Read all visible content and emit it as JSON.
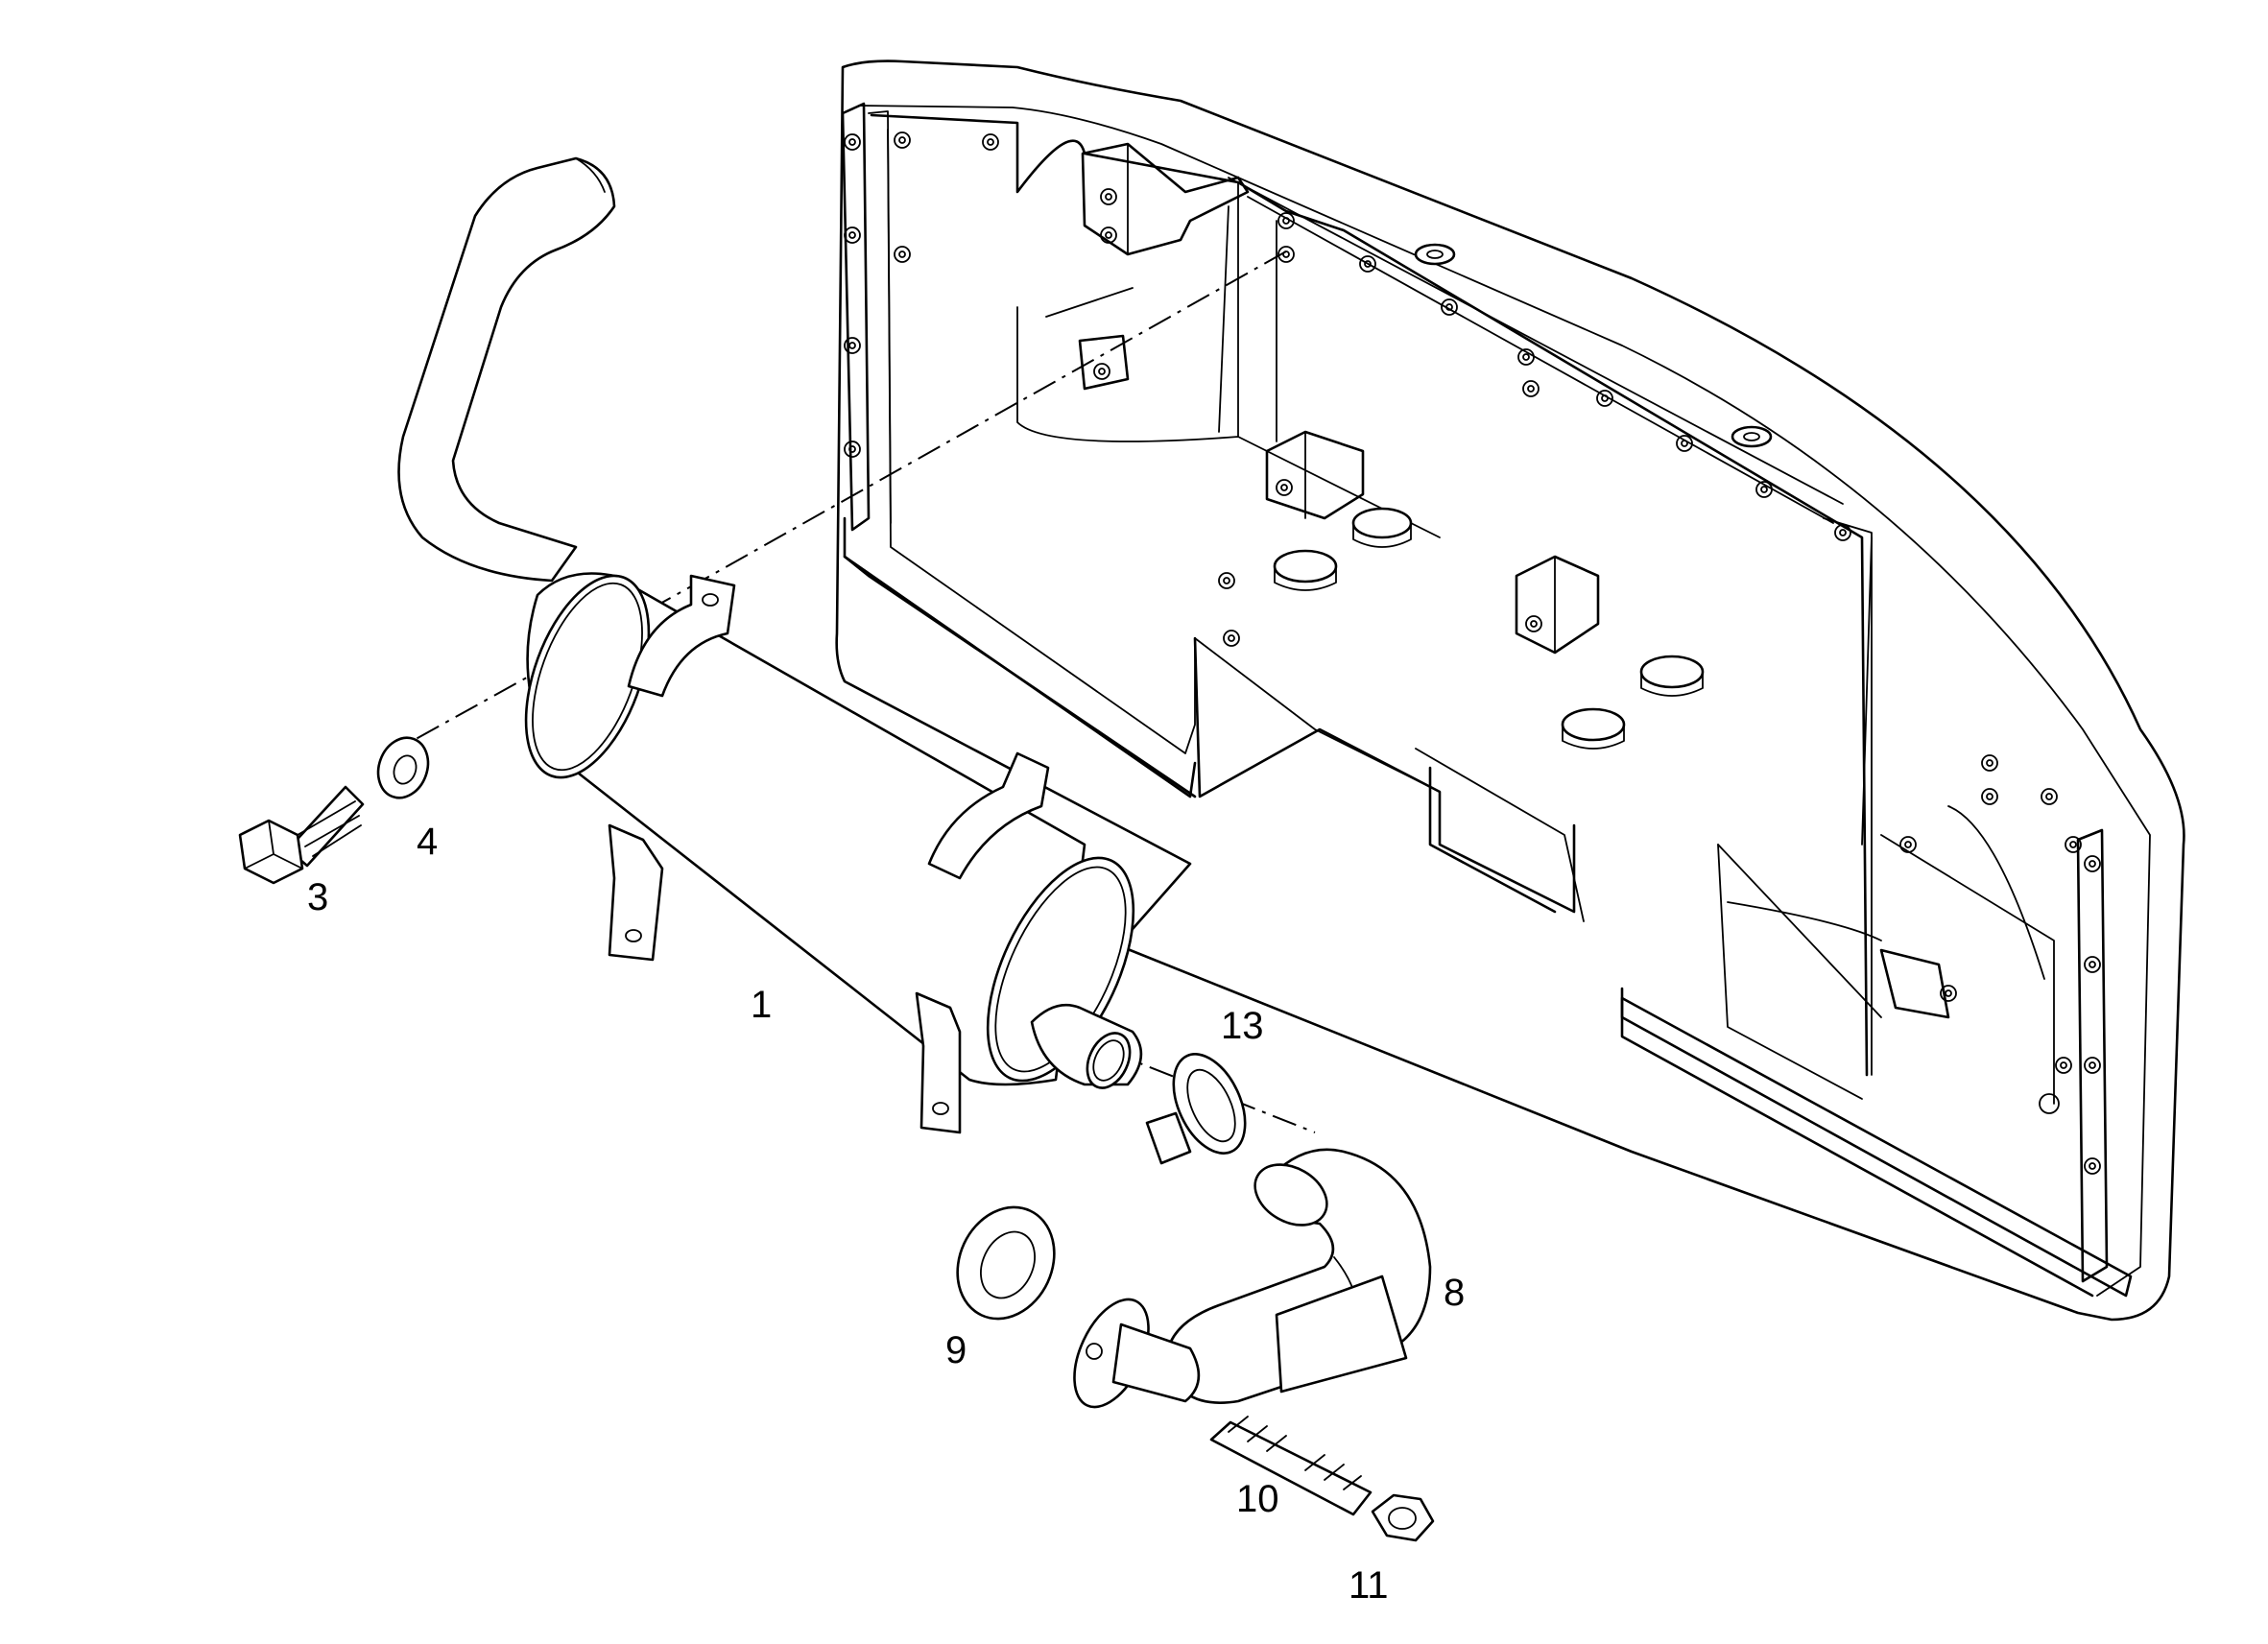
{
  "callouts": [
    {
      "id": "1",
      "text": "1"
    },
    {
      "id": "3",
      "text": "3"
    },
    {
      "id": "4",
      "text": "4"
    },
    {
      "id": "8",
      "text": "8"
    },
    {
      "id": "9",
      "text": "9"
    },
    {
      "id": "10",
      "text": "10"
    },
    {
      "id": "11",
      "text": "11"
    },
    {
      "id": "13",
      "text": "13"
    }
  ]
}
